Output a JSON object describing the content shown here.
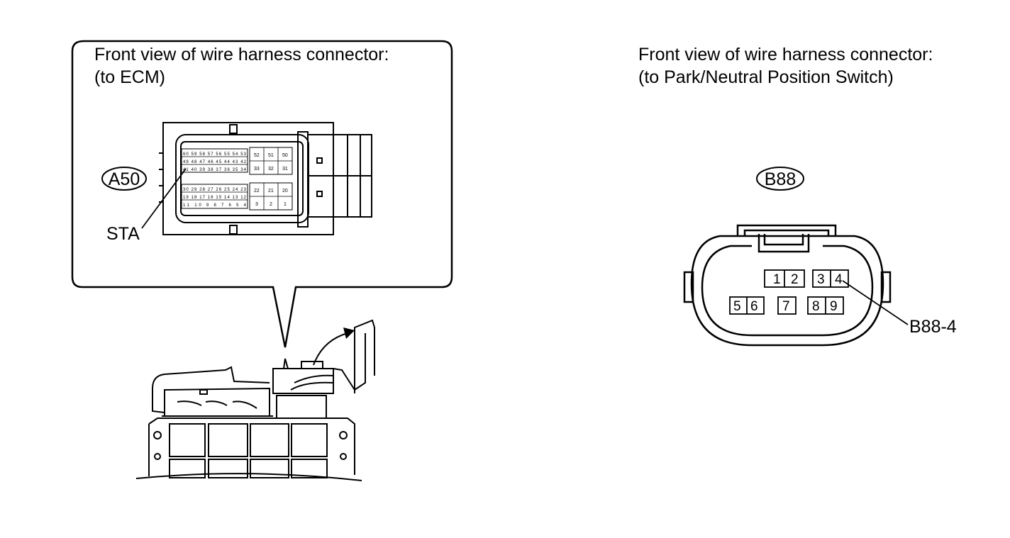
{
  "left": {
    "title_line1": "Front view of wire harness connector:",
    "title_line2": "(to ECM)",
    "connector_code": "A50",
    "callout_label": "STA",
    "upper_left_pins": [
      [
        "60",
        "59",
        "58",
        "57",
        "56",
        "55",
        "54",
        "53"
      ],
      [
        "49",
        "48",
        "47",
        "46",
        "45",
        "44",
        "43",
        "42"
      ],
      [
        "41",
        "40",
        "39",
        "38",
        "37",
        "36",
        "35",
        "34"
      ]
    ],
    "upper_right_pins": [
      [
        "52",
        "51",
        "50"
      ],
      [
        "33",
        "32",
        "31"
      ]
    ],
    "lower_left_pins": [
      [
        "30",
        "29",
        "28",
        "27",
        "26",
        "25",
        "24",
        "23"
      ],
      [
        "19",
        "18",
        "17",
        "16",
        "15",
        "14",
        "13",
        "12"
      ],
      [
        "11",
        "10",
        "9",
        "8",
        "7",
        "6",
        "5",
        "4"
      ]
    ],
    "lower_right_pins": [
      [
        "22",
        "21",
        "20"
      ],
      [
        "3",
        "2",
        "1"
      ]
    ]
  },
  "right": {
    "title_line1": "Front view of wire harness connector:",
    "title_line2": "(to Park/Neutral Position Switch)",
    "connector_code": "B88",
    "pins_top": [
      "1",
      "2",
      "3",
      "4"
    ],
    "pins_bottom": [
      "5",
      "6",
      "7",
      "8",
      "9"
    ],
    "callout_label": "B88-4"
  }
}
